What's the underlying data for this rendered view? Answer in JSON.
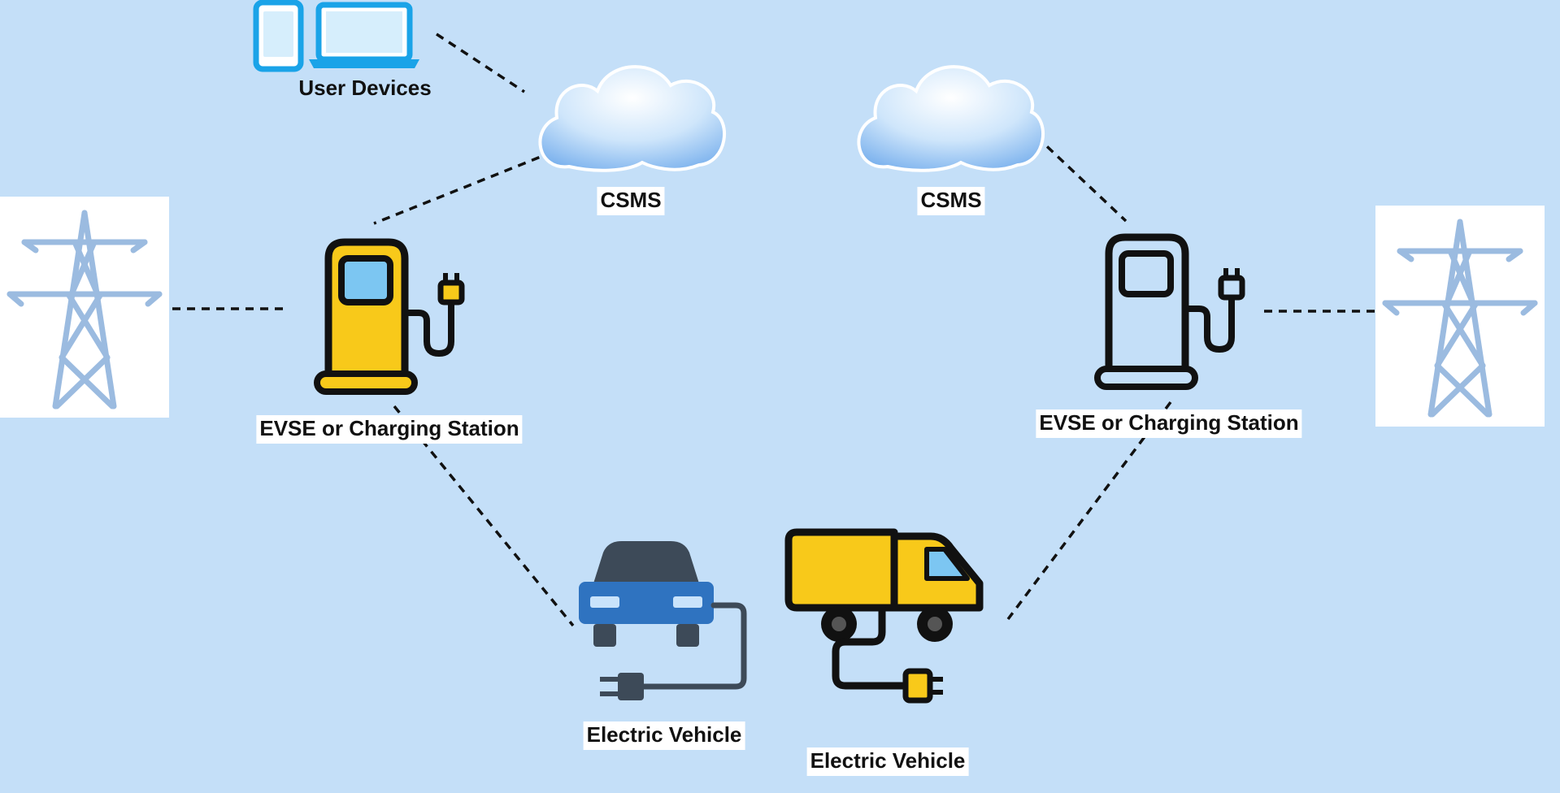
{
  "diagram": {
    "nodes": {
      "user_devices": {
        "label": "User Devices",
        "icon": "user-devices-icon"
      },
      "csms_left": {
        "label": "CSMS",
        "icon": "cloud-icon"
      },
      "csms_right": {
        "label": "CSMS",
        "icon": "cloud-icon"
      },
      "station_left": {
        "label": "EVSE or Charging Station",
        "icon": "charging-station-icon"
      },
      "station_right": {
        "label": "EVSE or Charging Station",
        "icon": "charging-station-icon"
      },
      "grid_left": {
        "icon": "power-tower-icon"
      },
      "grid_right": {
        "icon": "power-tower-icon"
      },
      "car": {
        "label": "Electric Vehicle",
        "icon": "electric-car-icon"
      },
      "truck": {
        "label": "Electric Vehicle",
        "icon": "electric-truck-icon"
      }
    },
    "connections": [
      [
        "user_devices",
        "csms_left"
      ],
      [
        "csms_left",
        "station_left"
      ],
      [
        "grid_left",
        "station_left"
      ],
      [
        "station_left",
        "car"
      ],
      [
        "csms_right",
        "station_right"
      ],
      [
        "station_right",
        "grid_right"
      ],
      [
        "station_right",
        "truck"
      ]
    ],
    "colors": {
      "background": "#c4dff8",
      "device_blue": "#1aa3e8",
      "tower_blue": "#9bbbe0",
      "station_yellow": "#f8c91a",
      "screen_blue": "#7cc6f2",
      "car_blue": "#2f73c0",
      "car_roof": "#3d4a58",
      "outline": "#111111"
    }
  }
}
